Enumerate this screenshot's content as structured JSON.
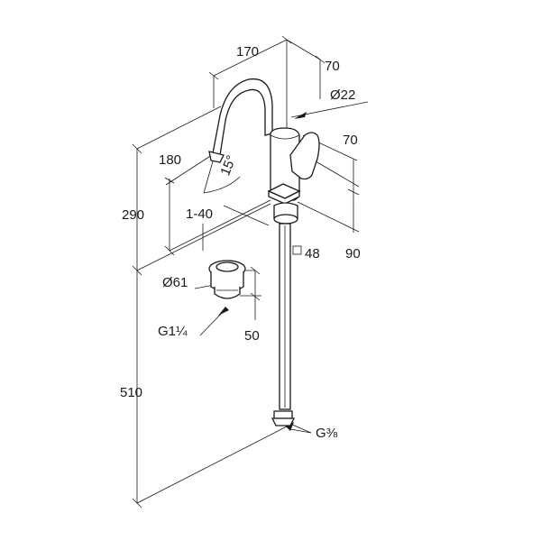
{
  "drawing": {
    "dimensions": {
      "spout_reach": "170",
      "base_depth": "70",
      "spout_diameter": "Ø22",
      "lever_height": "70",
      "spout_height": "180",
      "spout_angle": "15°",
      "total_height": "290",
      "deck_thickness": "1-40",
      "base_square": "48",
      "base_offset": "90",
      "waste_diameter": "Ø61",
      "waste_thread": "G1¼",
      "waste_height": "50",
      "hose_length": "510",
      "hose_thread": "G⅜"
    }
  }
}
